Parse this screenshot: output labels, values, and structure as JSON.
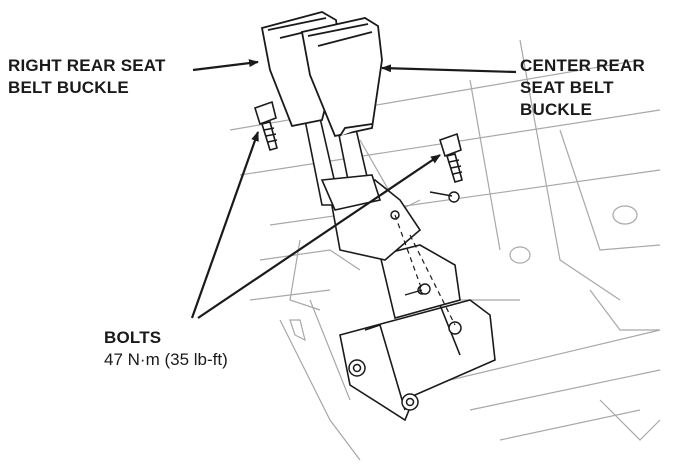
{
  "callouts": {
    "right_buckle": {
      "line1": "RIGHT REAR SEAT",
      "line2": "BELT BUCKLE"
    },
    "center_buckle": {
      "line1": "CENTER REAR",
      "line2": "SEAT BELT",
      "line3": "BUCKLE"
    },
    "bolts": {
      "title": "BOLTS",
      "spec": "47 N·m (35 lb-ft)"
    }
  },
  "colors": {
    "line": "#1a1a1a",
    "detail": "#9a9a9a",
    "fill": "#ffffff"
  }
}
